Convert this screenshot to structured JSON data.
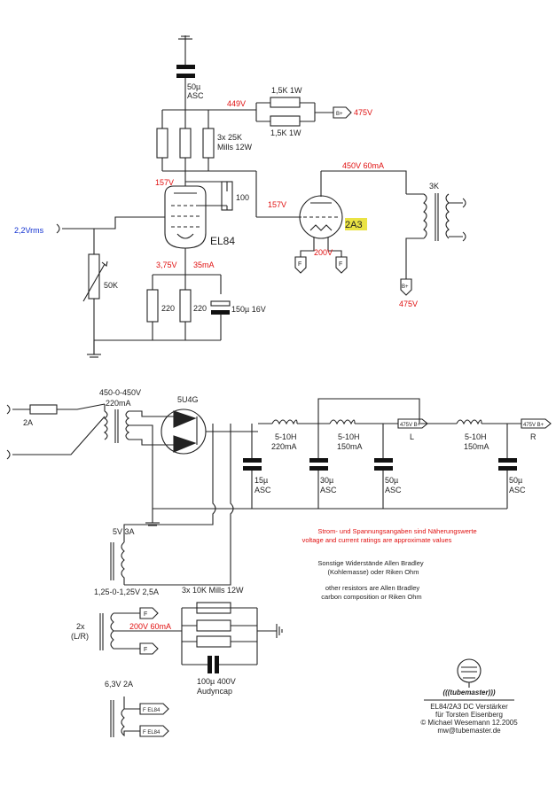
{
  "top_circuit": {
    "input_label": "2,2Vrms",
    "cap_top_value": "50µ",
    "cap_top_type": "ASC",
    "volt_449": "449V",
    "res_b_plus_1": "1,5K 1W",
    "res_b_plus_2": "1,5K 1W",
    "bplus_tag": "B+",
    "volt_475_top": "475V",
    "res_mills_1": "3x 25K",
    "res_mills_2": "Mills 12W",
    "volt_157_el84": "157V",
    "res_100": "100",
    "tube_el84": "EL84",
    "volt_157_2a3": "157V",
    "volt_450_60": "450V 60mA",
    "tube_2a3": "2A3",
    "volt_200": "200V",
    "fil_f_1": "F",
    "fil_f_2": "F",
    "trans_3k": "3K",
    "bplus_tag_2": "B+",
    "volt_475_bottom": "475V",
    "pot_50k": "50K",
    "volt_375": "3,75V",
    "curr_35": "35mA",
    "res_220_1": "220",
    "res_220_2": "220",
    "cap_150": "150µ 16V"
  },
  "psu": {
    "fuse": "2A",
    "trans_1": "450-0-450V",
    "trans_2": "220mA",
    "rect_tube": "5U4G",
    "choke1_1": "5-10H",
    "choke1_2": "220mA",
    "choke2_1": "5-10H",
    "choke2_2": "150mA",
    "choke3_1": "5-10H",
    "choke3_2": "150mA",
    "out_l_tag": "475V B+",
    "out_l": "L",
    "out_r_tag": "475V B+",
    "out_r": "R",
    "cap1_1": "15µ",
    "cap1_2": "ASC",
    "cap2_1": "30µ",
    "cap2_2": "ASC",
    "cap3_1": "50µ",
    "cap3_2": "ASC",
    "cap4_1": "50µ",
    "cap4_2": "ASC",
    "fil_5v": "5V 3A",
    "fil_125": "1,25-0-1,25V 2,5A",
    "fil_2x_1": "2x",
    "fil_2x_2": "(L/R)",
    "fil_f_a": "F",
    "fil_f_b": "F",
    "volt_200_60": "200V 60mA",
    "res_mills_10k": "3x 10K Mills 12W",
    "cap_100_1": "100µ 400V",
    "cap_100_2": "Audyncap",
    "fil_63": "6,3V 2A",
    "fil_el84_1": "F EL84",
    "fil_el84_2": "F EL84"
  },
  "notes": {
    "note_red_1": "Strom- und Spannungsangaben sind Näherungswerte",
    "note_red_2": "voltage and current ratings are approximate values",
    "note_de_1": "Sonstige Widerstände Allen Bradley",
    "note_de_2": "(Kohlemasse) oder Riken Ohm",
    "note_en_1": "other resistors are Allen Bradley",
    "note_en_2": "carbon composition or Riken Ohm"
  },
  "title_block": {
    "logo": "(((tubemaster)))",
    "line1": "EL84/2A3 DC Verstärker",
    "line2": "für Torsten Eisenberg",
    "line3": "© Michael Wesemann 12.2005",
    "line4": "mw@tubemaster.de"
  },
  "colors": {
    "wire": "#222222",
    "voltage_annotation": "#e01010",
    "input_label": "#1030d0",
    "highlight": "#e8e030"
  }
}
